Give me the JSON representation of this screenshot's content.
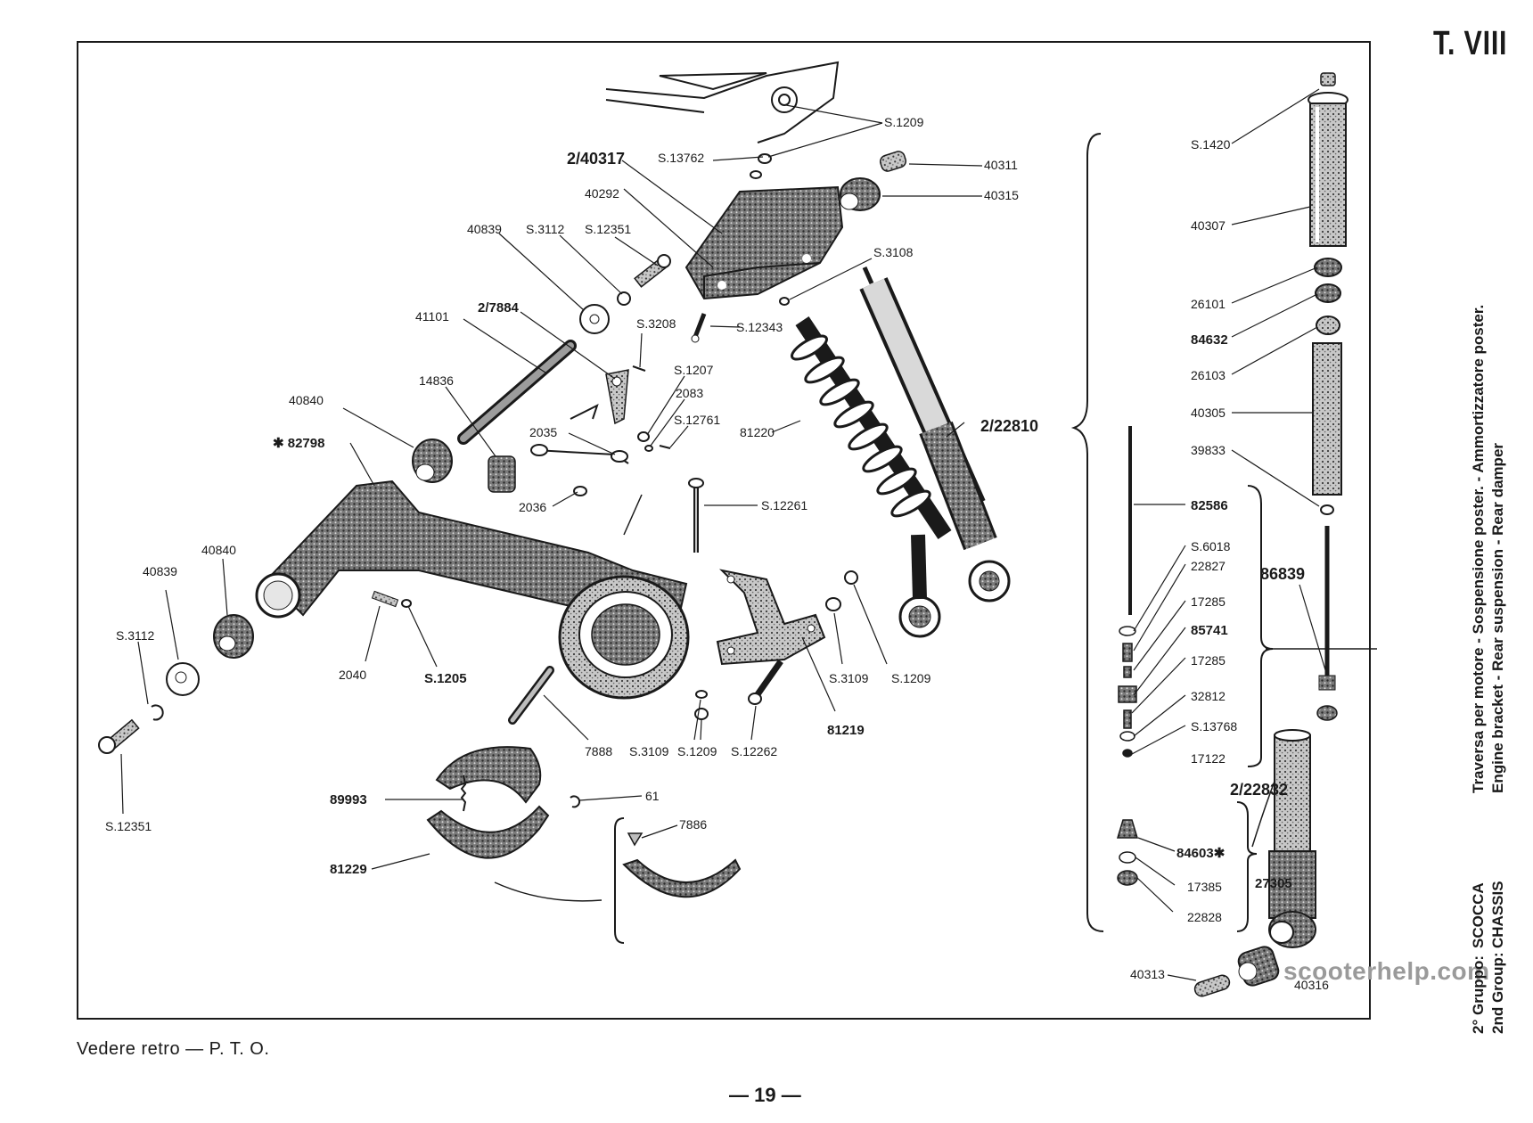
{
  "page": {
    "plate": "T. VIII",
    "footer_note": "Vedere retro — P. T. O.",
    "page_number": "— 19 —",
    "watermark": "scooterhelp.com"
  },
  "side_title": {
    "line1_prefix": "2° Gruppo:",
    "line1_group": "SCOCCA",
    "line1_desc": "Traversa per motore - Sospensione poster. - Ammortizzatore poster.",
    "line2_prefix": "2nd Group:",
    "line2_group": "CHASSIS",
    "line2_desc": "Engine bracket - Rear suspension - Rear damper"
  },
  "labels": {
    "l_S1209_top": "S.1209",
    "l_S13762": "S.13762",
    "l_2_40317": "2/40317",
    "l_40311": "40311",
    "l_40292": "40292",
    "l_40315": "40315",
    "l_40839_top": "40839",
    "l_S3112_top": "S.3112",
    "l_S12351_top": "S.12351",
    "l_S3108": "S.3108",
    "l_41101": "41101",
    "l_2_7884": "2/7884",
    "l_S3208": "S.3208",
    "l_S12343": "S.12343",
    "l_14836": "14836",
    "l_S1207": "S.1207",
    "l_2083": "2083",
    "l_40840_top": "40840",
    "l_S12761": "S.12761",
    "l_82798": "✱ 82798",
    "l_2035": "2035",
    "l_81220": "81220",
    "l_2_22810": "2/22810",
    "l_2036": "2036",
    "l_S12261": "S.12261",
    "l_40840_left": "40840",
    "l_40839_left": "40839",
    "l_S3112_left": "S.3112",
    "l_2040": "2040",
    "l_S1205": "S.1205",
    "l_S3109_right": "S.3109",
    "l_S1209_right": "S.1209",
    "l_81219": "81219",
    "l_7888": "7888",
    "l_S3109_bottom": "S.3109",
    "l_S1209_bottom": "S.1209",
    "l_S12262": "S.12262",
    "l_S12351_left": "S.12351",
    "l_89993": "89993",
    "l_61": "61",
    "l_7886": "7886",
    "l_81229": "81229",
    "l_S1420": "S.1420",
    "l_40307": "40307",
    "l_26101": "26101",
    "l_84632": "84632",
    "l_26103": "26103",
    "l_40305": "40305",
    "l_39833": "39833",
    "l_82586": "82586",
    "l_S6018": "S.6018",
    "l_22827": "22827",
    "l_86839": "86839",
    "l_17285_a": "17285",
    "l_85741": "85741",
    "l_17285_b": "17285",
    "l_32812": "32812",
    "l_S13768": "S.13768",
    "l_17122": "17122",
    "l_2_22832": "2/22832",
    "l_84603": "84603✱",
    "l_17385": "17385",
    "l_27305": "27305",
    "l_22828": "22828",
    "l_40313": "40313",
    "l_40316": "40316"
  }
}
